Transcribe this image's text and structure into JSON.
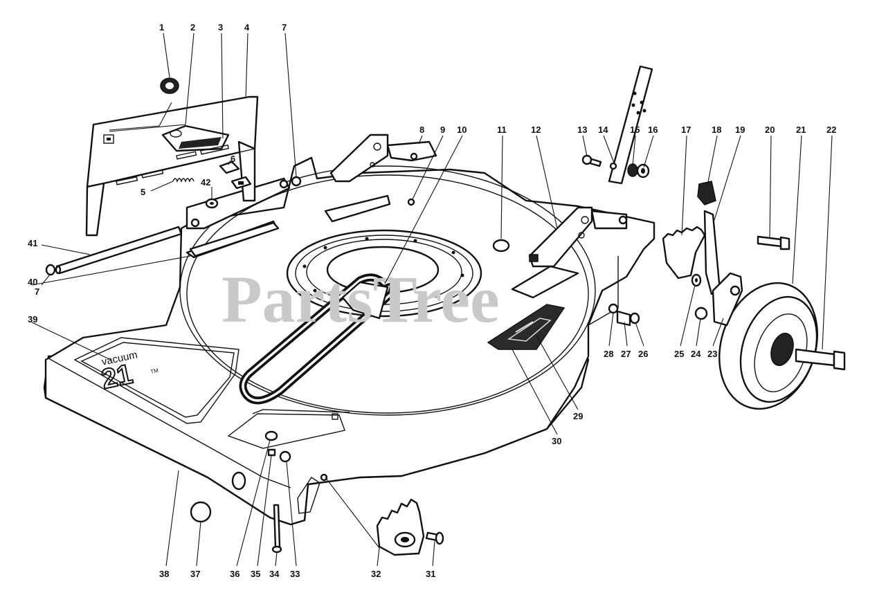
{
  "diagram": {
    "watermark": "PartsTree",
    "logo_text": "vacuum 21",
    "logo_tm": "TM",
    "callouts": [
      {
        "id": "c1",
        "text": "1"
      },
      {
        "id": "c2",
        "text": "2"
      },
      {
        "id": "c3",
        "text": "3"
      },
      {
        "id": "c4",
        "text": "4"
      },
      {
        "id": "c5",
        "text": "5"
      },
      {
        "id": "c6",
        "text": "6"
      },
      {
        "id": "c7a",
        "text": "7"
      },
      {
        "id": "c7b",
        "text": "7"
      },
      {
        "id": "c8",
        "text": "8"
      },
      {
        "id": "c9",
        "text": "9"
      },
      {
        "id": "c10",
        "text": "10"
      },
      {
        "id": "c11",
        "text": "11"
      },
      {
        "id": "c12",
        "text": "12"
      },
      {
        "id": "c13",
        "text": "13"
      },
      {
        "id": "c14",
        "text": "14"
      },
      {
        "id": "c15",
        "text": "15"
      },
      {
        "id": "c16",
        "text": "16"
      },
      {
        "id": "c17",
        "text": "17"
      },
      {
        "id": "c18",
        "text": "18"
      },
      {
        "id": "c19",
        "text": "19"
      },
      {
        "id": "c20",
        "text": "20"
      },
      {
        "id": "c21",
        "text": "21"
      },
      {
        "id": "c22",
        "text": "22"
      },
      {
        "id": "c23",
        "text": "23"
      },
      {
        "id": "c24",
        "text": "24"
      },
      {
        "id": "c25",
        "text": "25"
      },
      {
        "id": "c26",
        "text": "26"
      },
      {
        "id": "c27",
        "text": "27"
      },
      {
        "id": "c28",
        "text": "28"
      },
      {
        "id": "c29",
        "text": "29"
      },
      {
        "id": "c30",
        "text": "30"
      },
      {
        "id": "c31",
        "text": "31"
      },
      {
        "id": "c32",
        "text": "32"
      },
      {
        "id": "c33",
        "text": "33"
      },
      {
        "id": "c34",
        "text": "34"
      },
      {
        "id": "c35",
        "text": "35"
      },
      {
        "id": "c36",
        "text": "36"
      },
      {
        "id": "c37",
        "text": "37"
      },
      {
        "id": "c38",
        "text": "38"
      },
      {
        "id": "c39",
        "text": "39"
      },
      {
        "id": "c40",
        "text": "40"
      },
      {
        "id": "c41",
        "text": "41"
      },
      {
        "id": "c42",
        "text": "42"
      }
    ]
  }
}
